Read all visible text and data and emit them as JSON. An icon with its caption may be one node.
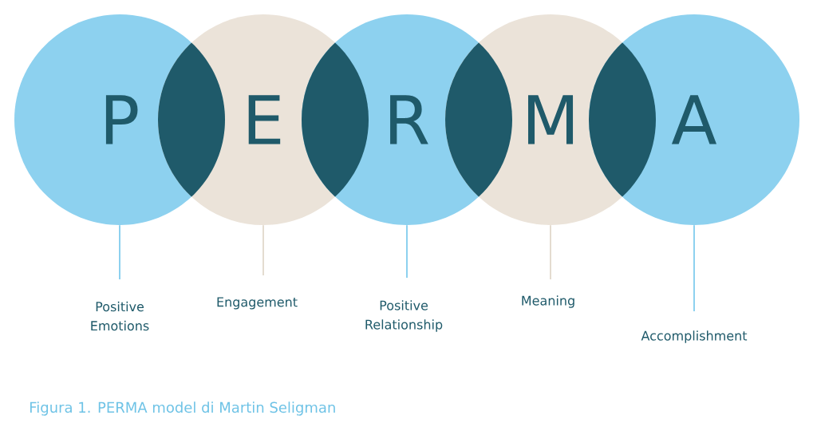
{
  "diagram": {
    "caption": "Figura 1. PERMA model di Martin Seligman",
    "nodes": [
      {
        "text": [
          "P"
        ]
      },
      {
        "text": [
          "E"
        ]
      },
      {
        "text": [
          "R"
        ]
      },
      {
        "text": [
          "M"
        ]
      },
      {
        "text": [
          "A"
        ]
      },
      {
        "text": [
          "Positive Emotions"
        ]
      },
      {
        "text": [
          "Engagement"
        ]
      },
      {
        "text": [
          "Positive Relationship"
        ]
      },
      {
        "text": [
          "Meaning"
        ]
      },
      {
        "text": [
          "Accomplishment"
        ]
      }
    ],
    "edges": [
      {
        "from": 5,
        "to": 0,
        "arrow": "none"
      },
      {
        "from": 6,
        "to": 1,
        "arrow": "none",
        "color": "#e4dcd0"
      },
      {
        "from": 7,
        "to": 2,
        "arrow": "none"
      },
      {
        "from": 8,
        "to": 3,
        "arrow": "none",
        "color": "#e4dcd0"
      },
      {
        "from": 9,
        "to": 4,
        "arrow": "none"
      }
    ]
  }
}
